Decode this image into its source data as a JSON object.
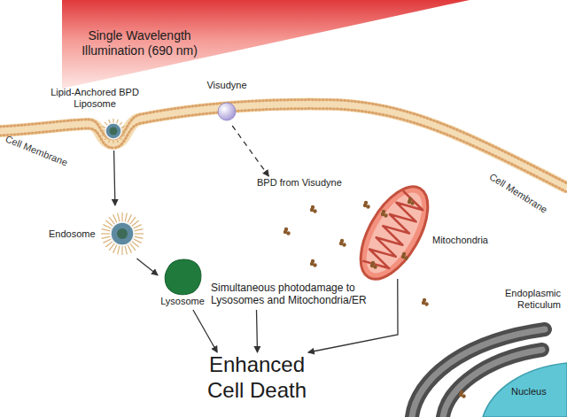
{
  "diagram": {
    "nodes": [
      {
        "text": [
          "Single Wavelength Illumination (690 nm)"
        ]
      },
      {
        "text": [
          "Lipid-Anchored BPD Liposome"
        ]
      },
      {
        "text": [
          "Visudyne"
        ]
      },
      {
        "text": [
          "BPD from Visudyne"
        ]
      },
      {
        "text": [
          "Endosome"
        ]
      },
      {
        "text": [
          "Lysosome"
        ]
      },
      {
        "text": [
          "Mitochondria"
        ]
      },
      {
        "text": [
          "Simultaneous photodamage to Lysosomes and Mitochondria/ER"
        ]
      },
      {
        "text": [
          "Enhanced Cell Death"
        ]
      },
      {
        "text": [
          "Endoplasmic Reticulum"
        ]
      },
      {
        "text": [
          "Nucleus"
        ]
      }
    ],
    "edges": [
      {
        "from": 1,
        "to": 4,
        "arrow": "to"
      },
      {
        "from": 2,
        "to": 3,
        "arrow": "to"
      },
      {
        "from": 4,
        "to": 5,
        "arrow": "to"
      },
      {
        "from": 5,
        "to": 8,
        "arrow": "to"
      },
      {
        "from": 6,
        "to": 8,
        "arrow": "to"
      },
      {
        "from": 7,
        "to": 8,
        "arrow": "to"
      }
    ],
    "labels": [
      "Cell Membrane",
      "Cell Membrane"
    ]
  }
}
